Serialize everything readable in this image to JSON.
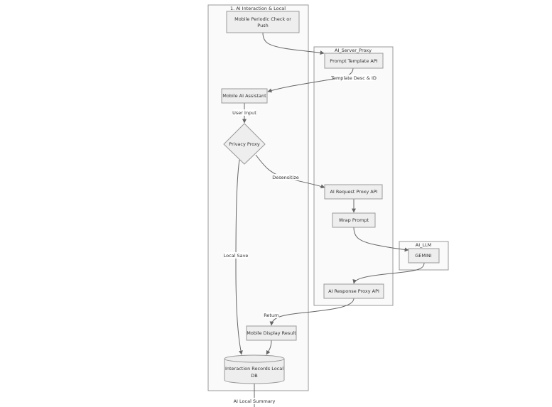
{
  "clusters": {
    "interaction": "1. AI Interaction & Local",
    "server_proxy": "AI_Server_Proxy",
    "llm": "AI_LLM"
  },
  "nodes": {
    "mobile_periodic_line1": "Mobile Periodic Check or",
    "mobile_periodic_line2": "Push",
    "prompt_template_api": "Prompt Template API",
    "mobile_ai_assistant": "Mobile AI Assistant",
    "privacy_proxy": "Privacy Proxy",
    "ai_request_proxy_api": "AI Request Proxy API",
    "wrap_prompt": "Wrap Prompt",
    "gemini": "GEMINI",
    "ai_response_proxy_api": "AI Response Proxy API",
    "mobile_display_result": "Mobile Display Result",
    "interaction_db_line1": "Interaction Records Local",
    "interaction_db_line2": "DB"
  },
  "edges": {
    "template_desc_id": "Template Desc & ID",
    "user_input": "User Input",
    "desensitize": "Desensitize",
    "local_save": "Local Save",
    "return": "Return",
    "ai_local_summary": "AI Local Summary"
  },
  "colors": {
    "cluster_fill": "#fafafa",
    "node_fill": "#eeeeee",
    "border": "#999999",
    "edge": "#666666"
  }
}
